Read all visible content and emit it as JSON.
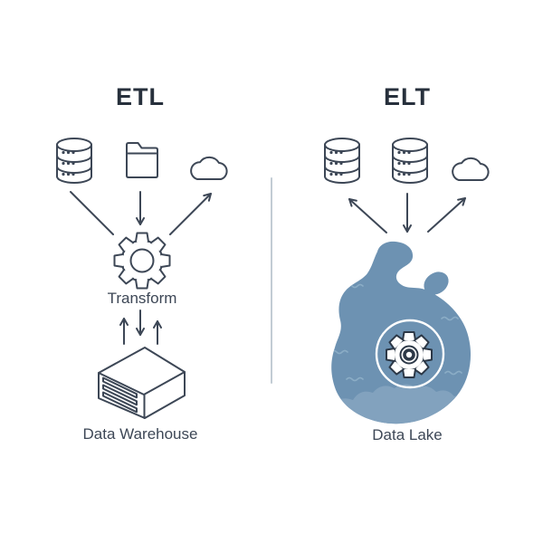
{
  "diagram": {
    "left": {
      "title": "ETL",
      "sources": [
        {
          "icon": "database"
        },
        {
          "icon": "folder"
        },
        {
          "icon": "cloud"
        }
      ],
      "transform_label": "Transform",
      "destination_label": "Data Warehouse"
    },
    "right": {
      "title": "ELT",
      "sources": [
        {
          "icon": "database"
        },
        {
          "icon": "database"
        },
        {
          "icon": "cloud"
        }
      ],
      "destination_label": "Data Lake"
    },
    "colors": {
      "icon_stroke": "#3d4756",
      "title_text": "#27303c",
      "body_text": "#3d4756",
      "divider": "#c2ccd4",
      "lake_fill": "#6d92b2",
      "lake_wave": "#8badc6",
      "lake_cloud": "#86a4bf",
      "gear_stroke": "#2c3847",
      "gear_fill": "#ffffff"
    }
  }
}
